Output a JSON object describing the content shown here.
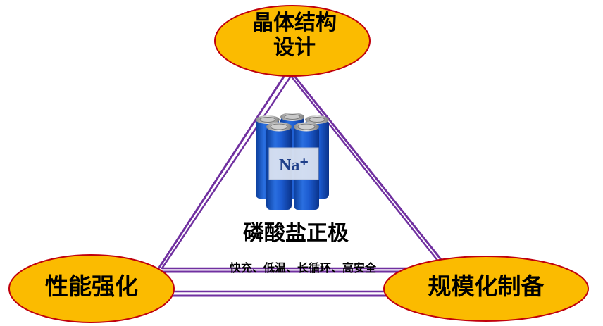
{
  "nodes": {
    "top": {
      "line1": "晶体结构",
      "line2": "设计"
    },
    "left": {
      "label": "性能强化"
    },
    "right": {
      "label": "规模化制备"
    }
  },
  "center": {
    "battery_label": "Na⁺",
    "title": "磷酸盐正极",
    "subtitle": "快充、低温、长循环、高安全"
  },
  "colors": {
    "ellipse_fill": "#FBBB00",
    "ellipse_stroke": "#C0000C",
    "triangle_stroke": "#7030A0",
    "battery_blue": "#1658C8"
  }
}
